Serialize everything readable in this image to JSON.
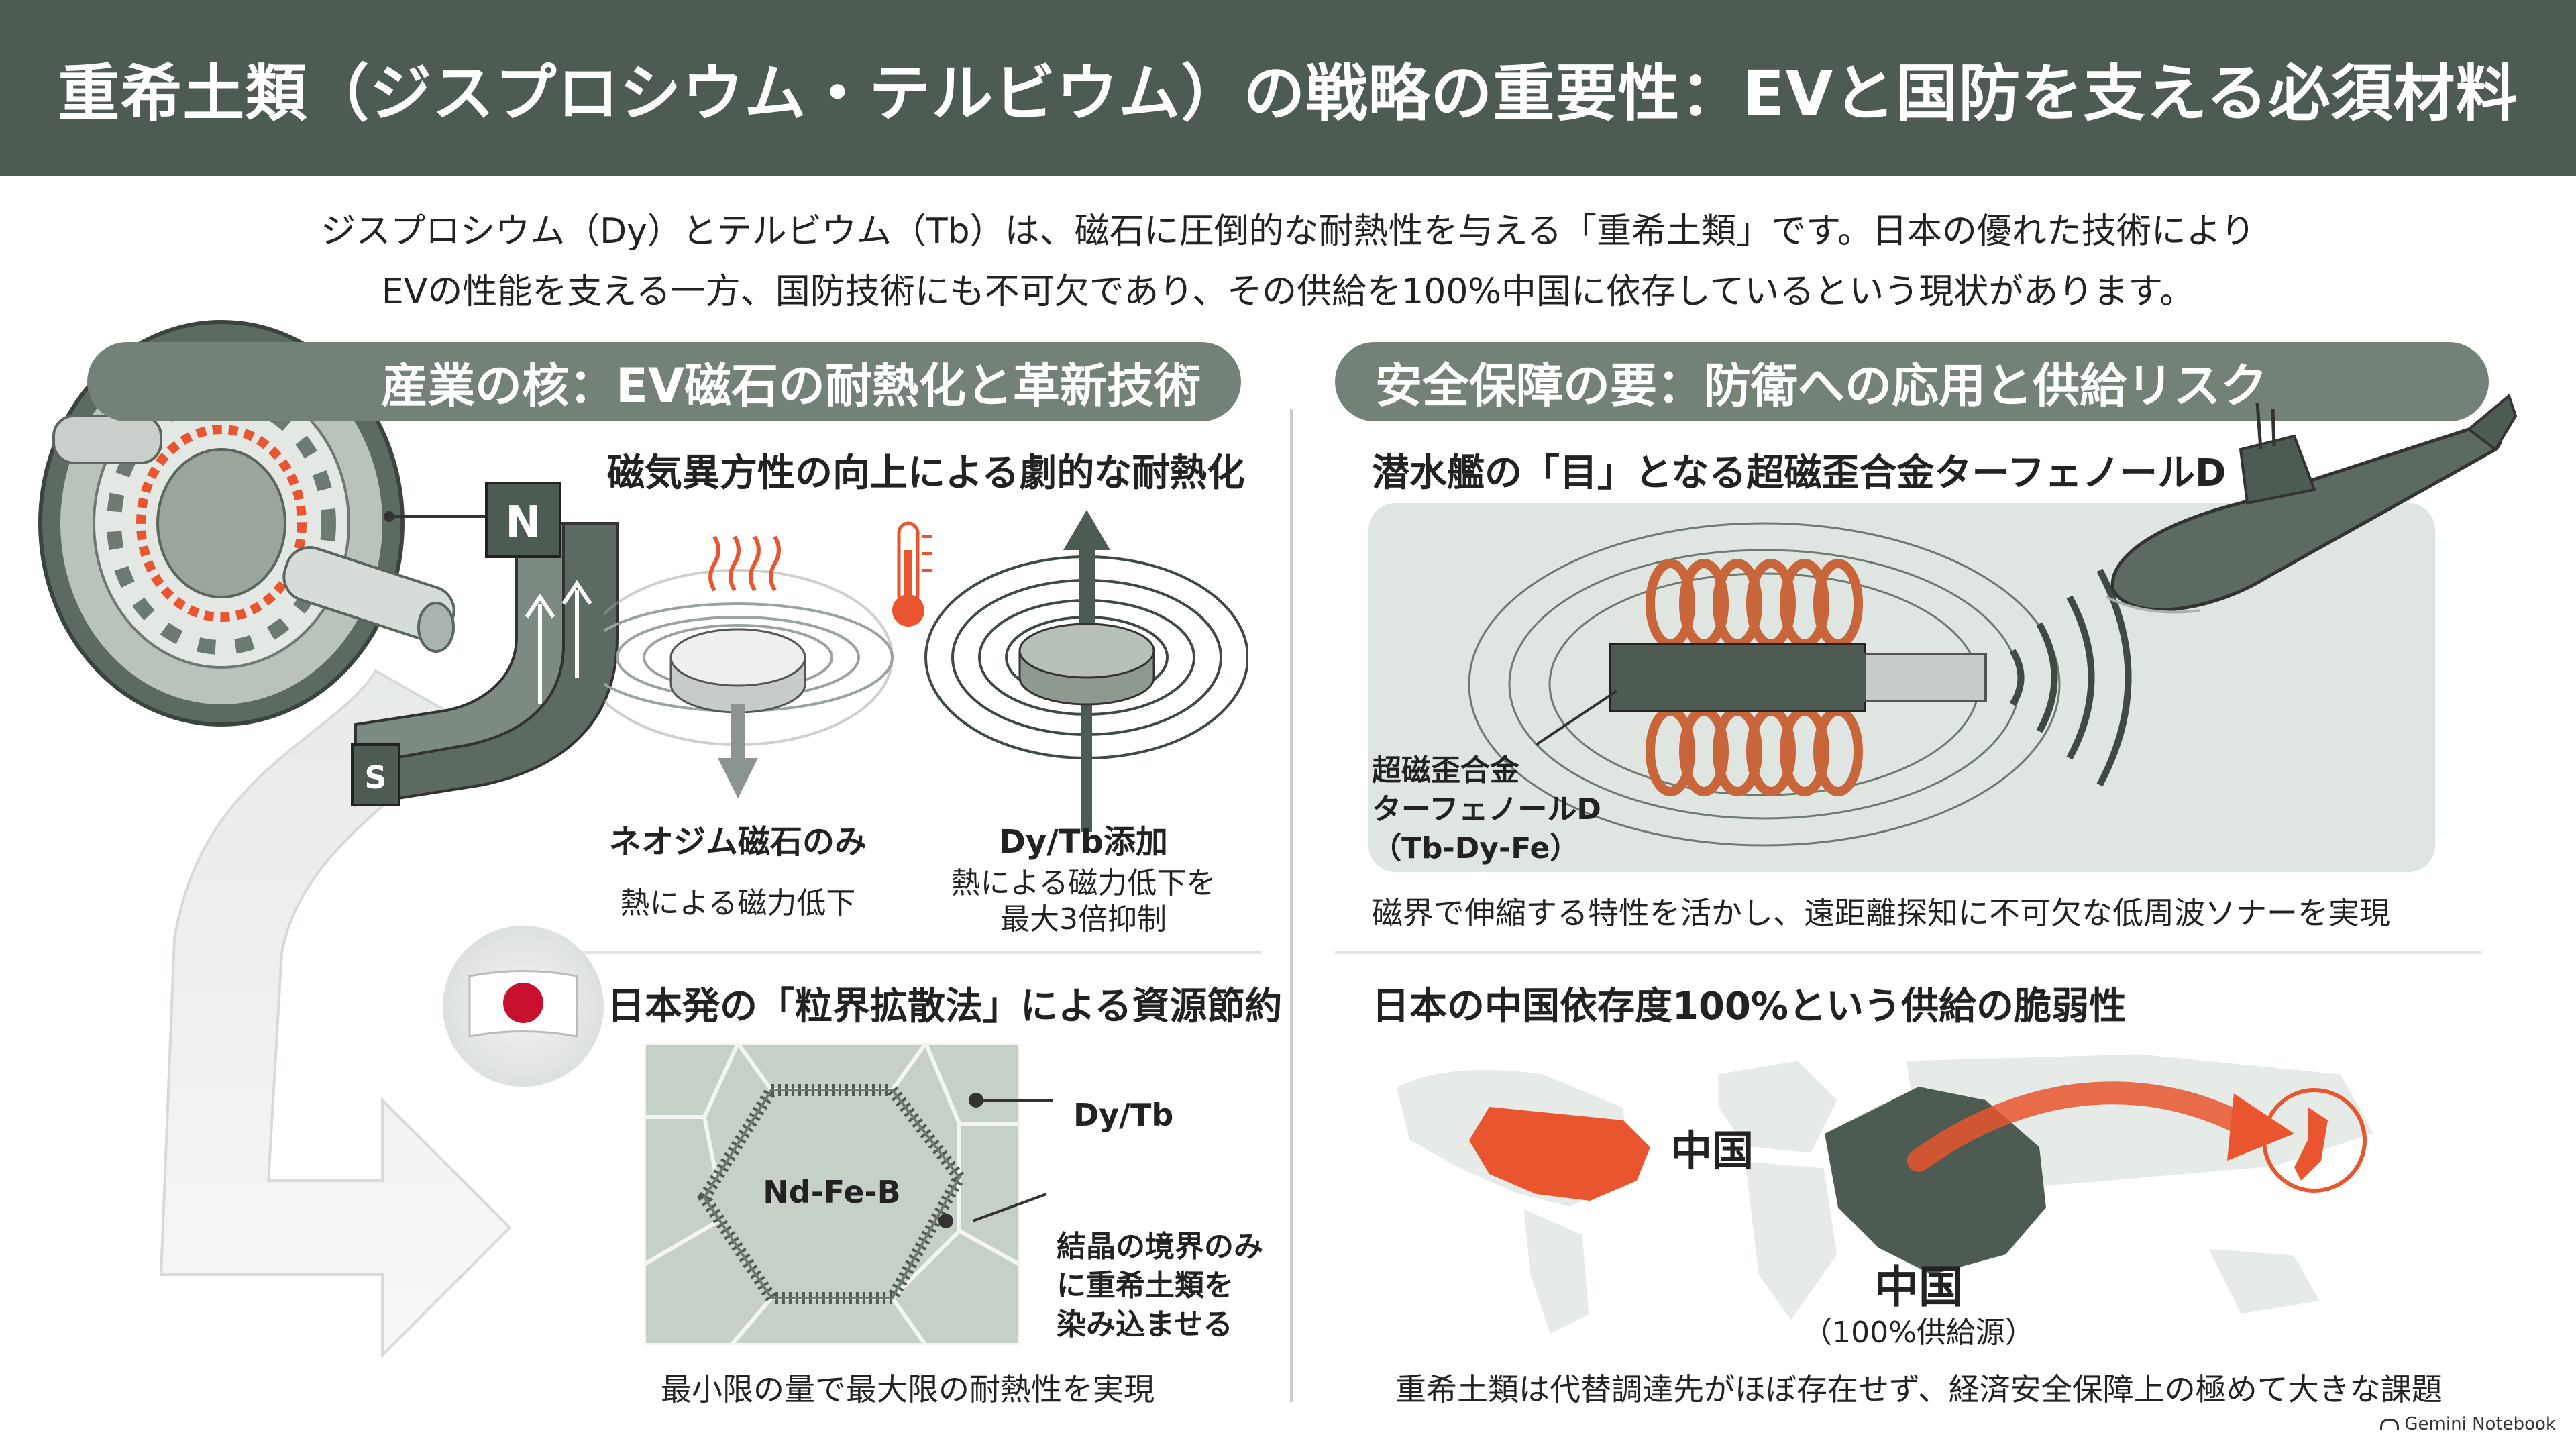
{
  "header": {
    "title": "重希土類（ジスプロシウム・テルビウム）の戦略の重要性：EVと国防を支える必須材料"
  },
  "intro": {
    "line1": "ジスプロシウム（Dy）とテルビウム（Tb）は、磁石に圧倒的な耐熱性を与える「重希土類」です。日本の優れた技術により",
    "line2": "EVの性能を支える一方、国防技術にも不可欠であり、その供給を100%中国に依存しているという現状があります。"
  },
  "left": {
    "section_title": "産業の核：EV磁石の耐熱化と革新技術",
    "motor": {
      "n_label": "N",
      "s_label": "S"
    },
    "heat": {
      "heading": "磁気異方性の向上による劇的な耐熱化",
      "left_caption_title": "ネオジム磁石のみ",
      "left_caption_text": "熱による磁力低下",
      "right_caption_title": "Dy/Tb添加",
      "right_caption_line1": "熱による磁力低下を",
      "right_caption_line2": "最大3倍抑制"
    },
    "grain": {
      "heading": "日本発の「粒界拡散法」による資源節約",
      "center_label": "Nd-Fe-B",
      "dytb_label": "Dy/Tb",
      "boundary_line1": "結晶の境界のみ",
      "boundary_line2": "に重希土類を",
      "boundary_line3": "染み込ませる",
      "caption": "最小限の量で最大限の耐熱性を実現"
    }
  },
  "right": {
    "section_title": "安全保障の要：防衛への応用と供給リスク",
    "sonar": {
      "heading": "潜水艦の「目」となる超磁歪合金ターフェノールD",
      "label_line1": "超磁歪合金",
      "label_line2": "ターフェノールD",
      "label_line3": "（Tb-Dy-Fe）",
      "caption": "磁界で伸縮する特性を活かし、遠距離探知に不可欠な低周波ソナーを実現"
    },
    "supply": {
      "heading": "日本の中国依存度100%という供給の脆弱性",
      "map_label": "中国",
      "china_label": "中国",
      "china_sub": "（100%供給源）",
      "caption": "重希土類は代替調達先がほぼ存在せず、経済安全保障上の極めて大きな課題"
    }
  },
  "footer": {
    "brand": "Gemini Notebook"
  },
  "colors": {
    "header_bg": "#4e5b53",
    "pill_bg": "#738177",
    "accent_orange": "#e8552e",
    "panel_bg": "#dfe6e1"
  }
}
